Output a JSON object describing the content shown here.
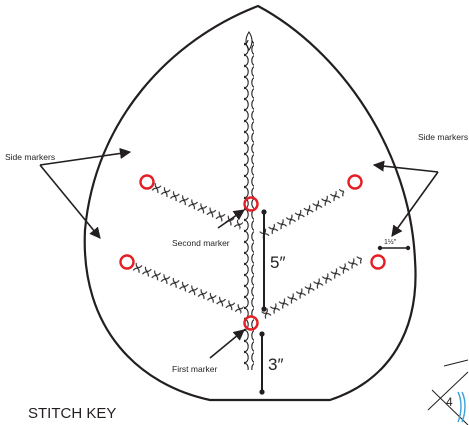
{
  "labels": {
    "side_markers_left": "Side markers",
    "side_markers_right": "Side markers",
    "second_marker": "Second marker",
    "first_marker": "First marker",
    "dim_5": "5″",
    "dim_3": "3″",
    "dim_1_half": "1½″",
    "stitch_key": "STITCH KEY",
    "key_number": "4"
  },
  "colors": {
    "outline": "#231f20",
    "marker": "#e31e24",
    "accent": "#3aa0d8"
  },
  "icons": {
    "marker": "red-circle-marker-icon",
    "chain": "chain-stitch-icon",
    "arrow": "arrow-icon"
  }
}
